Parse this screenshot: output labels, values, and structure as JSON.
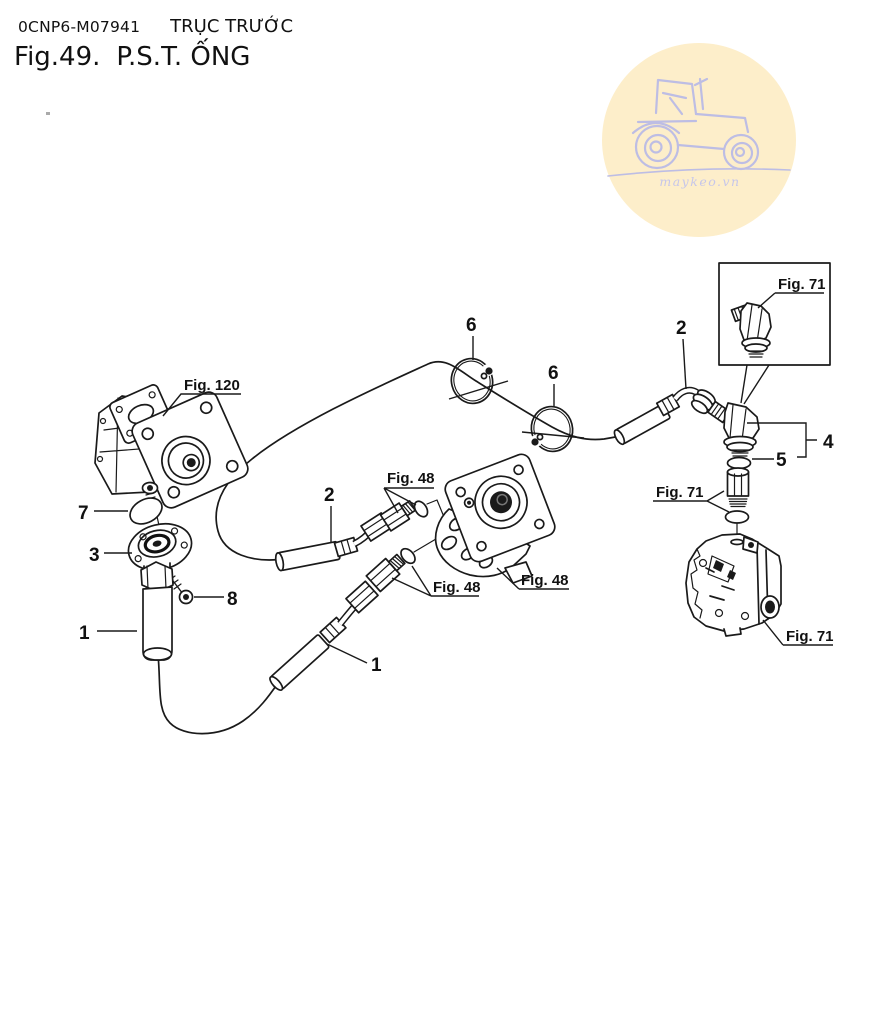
{
  "header": {
    "part_code": "0CNP6-M07941",
    "section_title": "TRỤC TRƯỚC",
    "figure_no": "Fig.49.",
    "figure_name": "P.S.T. ỐNG"
  },
  "watermark": {
    "text": "maykeo.vn",
    "circle_color": "#fdeeca",
    "line_color": "#bdbde4",
    "text_color": "#c6c6ea"
  },
  "diagram": {
    "callouts": {
      "fig_120": "Fig. 120",
      "fig_48_hose2": "Fig. 48",
      "fig_48_pump": "Fig. 48",
      "fig_48_hose1": "Fig. 48",
      "fig_71_inset": "Fig. 71",
      "fig_71_adapter": "Fig. 71",
      "fig_71_valve": "Fig. 71",
      "part_1_hose_left": "1",
      "part_1_hose_bottom": "1",
      "part_2_hose_center": "2",
      "part_2_hose_right": "2",
      "part_3_flange": "3",
      "part_4_elbow_assy": "4",
      "part_5_oring": "5",
      "part_6_clamp_a": "6",
      "part_6_clamp_b": "6",
      "part_7_oring": "7",
      "part_8_bolt": "8"
    }
  }
}
